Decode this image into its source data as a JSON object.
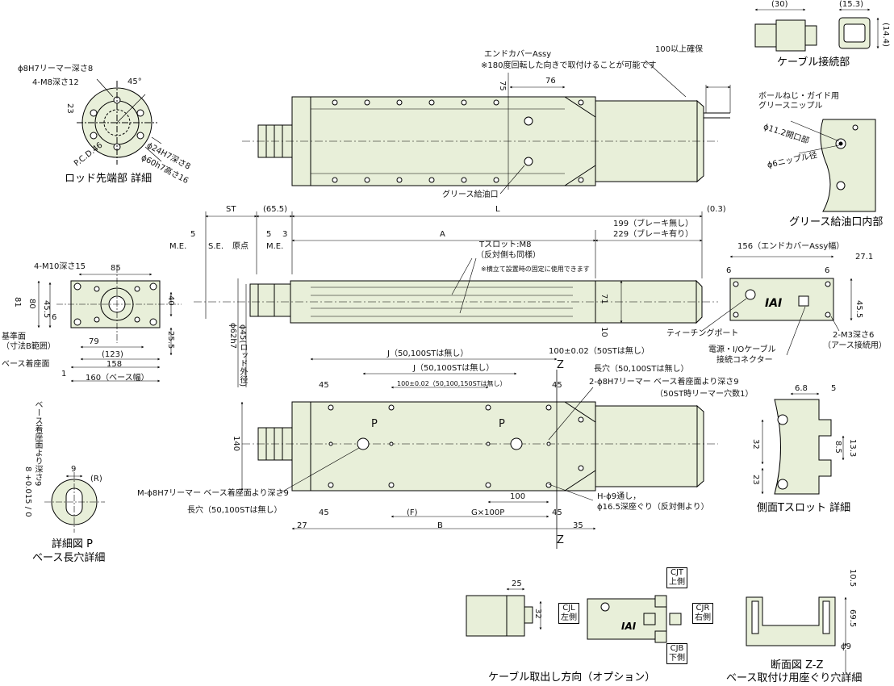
{
  "colors": {
    "body": "#e8efd9",
    "line": "#000000",
    "accent": "#ffffff"
  },
  "captions": {
    "rod_end": "ロッド先端部 詳細",
    "cable_conn": "ケーブル接続部",
    "grease_inner": "グリース給油口内部",
    "detail_p": "詳細図 P",
    "base_slot": "ベース長穴詳細",
    "side_tslot": "側面Tスロット 詳細",
    "cable_dir": "ケーブル取出し方向（オプション）",
    "section": "断面図 Z-Z",
    "section_sub": "ベース取付け用座ぐり穴詳細"
  },
  "rod_end": {
    "reamer": "ϕ8H7リーマー深さ8",
    "m8": "4-M8深さ12",
    "angle": "45°",
    "d23": "23",
    "pcd": "P.C.D.46",
    "d24": "ϕ24H7深さ8",
    "d60": "ϕ60h7高さ16"
  },
  "top_view": {
    "end_cover": "エンドカバーAssy",
    "note": "※180度回転した向きで取付けることが可能です",
    "d100": "100以上確保",
    "d76": "76",
    "d75": "75",
    "grease": "グリース給油口"
  },
  "cable_conn": {
    "d30": "(30)",
    "d15": "(15.3)",
    "d14": "(14.4)"
  },
  "grease_inner": {
    "label1": "ボールねじ・ガイド用",
    "label2": "グリースニップル",
    "d11": "ϕ11.2開口部",
    "d6": "ϕ6ニップル径"
  },
  "side_view": {
    "ST": "ST",
    "d655": "(65.5)",
    "L": "L",
    "d03": "(0.3)",
    "A": "A",
    "brake_no": "199（ブレーキ無し）",
    "brake_yes": "229（ブレーキ有り）",
    "d5a": "5",
    "d5b": "5",
    "d3": "3",
    "me1": "M.E.",
    "se": "S.E.",
    "origin": "原点",
    "me2": "M.E.",
    "tslot1": "Tスロット:M8",
    "tslot2": "（反対側も同様）",
    "tslot3": "※横立て設置時の固定に使用できます",
    "d71": "71",
    "d10": "10",
    "d62": "ϕ62h7",
    "d45rod": "ϕ45(ロッド外径)"
  },
  "end_view_left": {
    "m10": "4-M10深さ15",
    "d85": "85",
    "d81": "81",
    "d80": "80",
    "d455": "45.5",
    "d6": "6",
    "d40": "40",
    "d79": "79",
    "d123": "(123)",
    "d255": "25.5",
    "ref1": "基準面",
    "ref2": "（寸法B範囲）",
    "base_face": "ベース着座面",
    "d158": "158",
    "d1": "1",
    "d160": "160（ベース幅）"
  },
  "end_view_right": {
    "d156": "156（エンドカバーAssy幅）",
    "d6a": "6",
    "d6b": "6",
    "d271": "27.1",
    "d455": "45.5",
    "teach": "ティーチングポート",
    "power1": "電源・I/Oケーブル",
    "power2": "接続コネクター",
    "m3a": "2-M3深さ6",
    "m3b": "（アース接続用）"
  },
  "plan_view": {
    "J1": "J（50,100STは無し）",
    "J2": "J（50,100STは無し）",
    "d100tol": "100±0.02（50STは無し）",
    "d100tol2": "100±0.02（50,100,150STは無し）",
    "d45a": "45",
    "d45b": "45",
    "d45c": "45",
    "d45d": "45",
    "d140": "140",
    "Z1": "Z",
    "Z2": "Z",
    "slot": "長穴（50,100STは無し）",
    "reamer1": "2-ϕ8H7リーマー ベース着座面より深さ9",
    "reamer2": "（50ST時リーマー穴数1）",
    "P1": "P",
    "P2": "P",
    "m_reamer": "M-ϕ8H7リーマー ベース着座面より深さ9",
    "slot2": "長穴（50,100STは無し）",
    "d100": "100",
    "hole1": "H-ϕ9通し，",
    "hole2": "ϕ16.5深座ぐり（反対側より）",
    "F": "(F)",
    "G": "G×100P",
    "d27": "27",
    "B": "B",
    "d35": "35"
  },
  "detail_p": {
    "d8": "8 +0.015 / 0",
    "note": "ベース着座面より深さ9",
    "d9": "9",
    "R": "(R)"
  },
  "side_tslot": {
    "d68": "6.8",
    "d5": "5",
    "d32": "32",
    "d85": "8.5",
    "d133": "13.3",
    "d23": "23"
  },
  "cable_dir": {
    "d25": "25",
    "d32": "32",
    "cjt1": "CJT",
    "cjt2": "上側",
    "cjl1": "CJL",
    "cjl2": "左側",
    "cjr1": "CJR",
    "cjr2": "右側",
    "cjb1": "CJB",
    "cjb2": "下側"
  },
  "section": {
    "d105": "10.5",
    "d695": "69.5",
    "d9": "ϕ9"
  }
}
